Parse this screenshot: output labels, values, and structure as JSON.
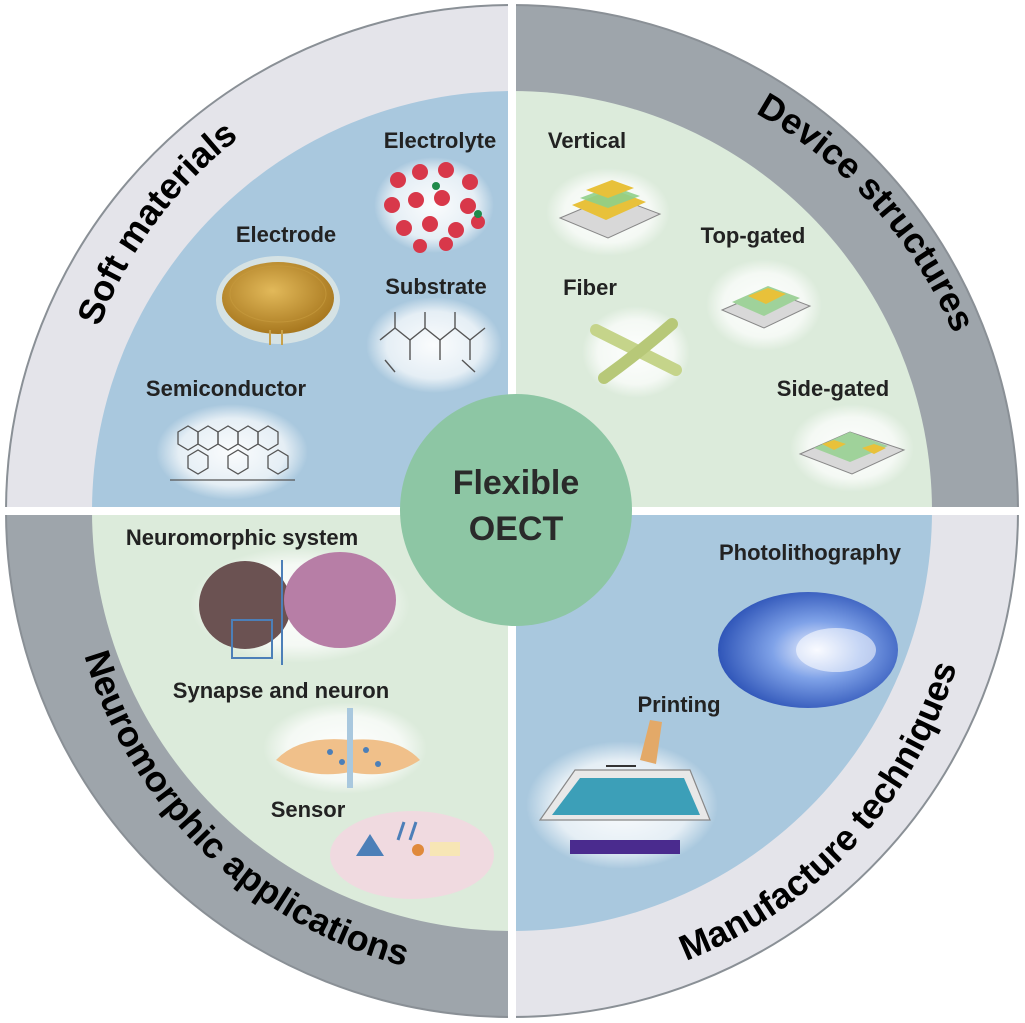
{
  "center": {
    "line1": "Flexible",
    "line2": "OECT"
  },
  "quadrants": {
    "soft_materials": {
      "title": "Soft materials",
      "items": [
        "Electrolyte",
        "Electrode",
        "Substrate",
        "Semiconductor"
      ]
    },
    "device_structures": {
      "title": "Device structures",
      "items": [
        "Vertical",
        "Top-gated",
        "Fiber",
        "Side-gated"
      ]
    },
    "neuromorphic_applications": {
      "title": "Neuromorphic applications",
      "items": [
        "Neuromorphic system",
        "Synapse and neuron",
        "Sensor"
      ]
    },
    "manufacture_techniques": {
      "title": "Manufacture techniques",
      "items": [
        "Photolithography",
        "Printing"
      ]
    }
  },
  "colors": {
    "ring_dark": "#9ea5ab",
    "ring_light": "#e4e4ea",
    "inner_blue": "#a9c8de",
    "inner_green": "#dcebdb",
    "center_circle": "#8dc6a4"
  }
}
